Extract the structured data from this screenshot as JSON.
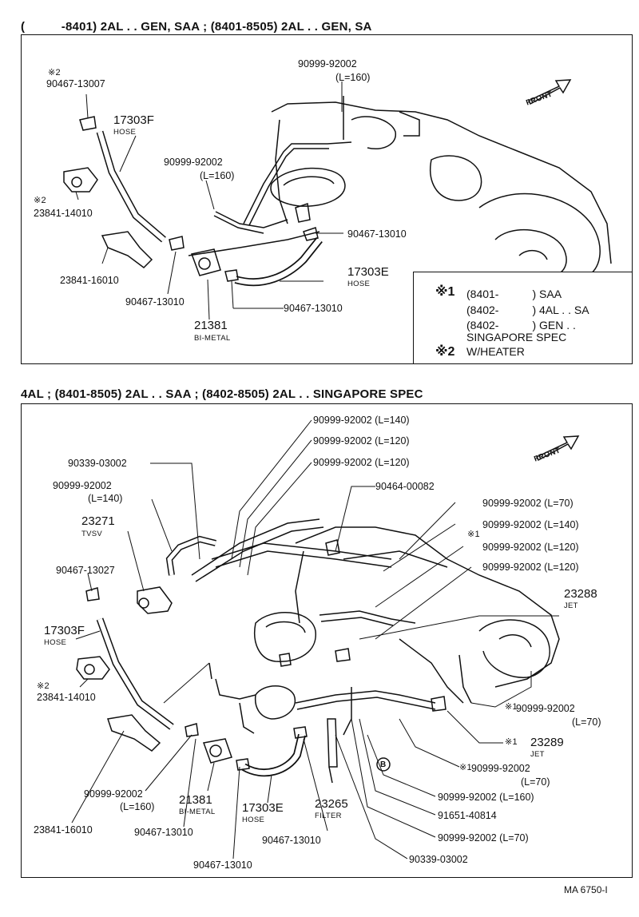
{
  "top": {
    "header": "(　　　-8401) 2AL . . GEN, SAA ; (8401-8505) 2AL . . GEN, SA",
    "labels": {
      "note2_a": "※2",
      "p90467_13007": "90467-13007",
      "p17303F": "17303F",
      "hose_f": "HOSE",
      "p90999_top": "90999-92002",
      "l160_top": "(L=160)",
      "front": "FRONT",
      "p90999_mid": "90999-92002",
      "l160_mid": "(L=160)",
      "note2_b": "※2",
      "p23841_14010": "23841-14010",
      "p90467_13010_r": "90467-13010",
      "p23841_16010": "23841-16010",
      "p17303E": "17303E",
      "hose_e": "HOSE",
      "p90467_13010_l": "90467-13010",
      "p90467_13010_m": "90467-13010",
      "p21381": "21381",
      "bimetal": "BI-METAL"
    },
    "legend": {
      "m1": "※1",
      "r1": "(8401-　　　) SAA",
      "r2": "(8402-　　　) 4AL . . SA",
      "r3": "(8402-　　　) GEN . .",
      "r4": "SINGAPORE SPEC",
      "m2": "※2",
      "r5": "W/HEATER"
    }
  },
  "bottom": {
    "header": "4AL ; (8401-8505) 2AL . . SAA ; (8402-8505) 2AL . . SINGAPORE SPEC",
    "labels": {
      "r1": "90999-92002 (L=140)",
      "r2": "90999-92002 (L=120)",
      "r3": "90999-92002 (L=120)",
      "p90339_top": "90339-03002",
      "p90999_l140": "90999-92002",
      "l140": "(L=140)",
      "p90464": "90464-00082",
      "r4": "90999-92002 (L=70)",
      "r5": "90999-92002 (L=140)",
      "m1_a": "※1",
      "r6": "90999-92002 (L=120)",
      "r7": "90999-92002 (L=120)",
      "front": "FRONT",
      "p23271": "23271",
      "tvsv": "TVSV",
      "p90467_13027": "90467-13027",
      "p23288": "23288",
      "jet_a": "JET",
      "p17303F": "17303F",
      "hose_f": "HOSE",
      "note2": "※2",
      "p23841_14010": "23841-14010",
      "m1_b": "※1",
      "r8": "90999-92002",
      "l70_a": "(L=70)",
      "m1_c": "※1",
      "p23289": "23289",
      "jet_b": "JET",
      "m1_d": "※1",
      "r9": "90999-92002",
      "l70_b": "(L=70)",
      "r10": "90999-92002 (L=160)",
      "r11": "91651-40814",
      "r12": "90999-92002 (L=70)",
      "r13": "90339-03002",
      "b_circle": "B",
      "p23841_16010": "23841-16010",
      "p90999_l160": "90999-92002",
      "l160": "(L=160)",
      "p90467_13010_a": "90467-13010",
      "p21381": "21381",
      "bimetal": "BI-METAL",
      "p17303E": "17303E",
      "hose_e": "HOSE",
      "p23265": "23265",
      "filter": "FILTER",
      "p90467_13010_b": "90467-13010",
      "p90467_13010_c": "90467-13010"
    }
  },
  "footer": "MA 6750-I"
}
